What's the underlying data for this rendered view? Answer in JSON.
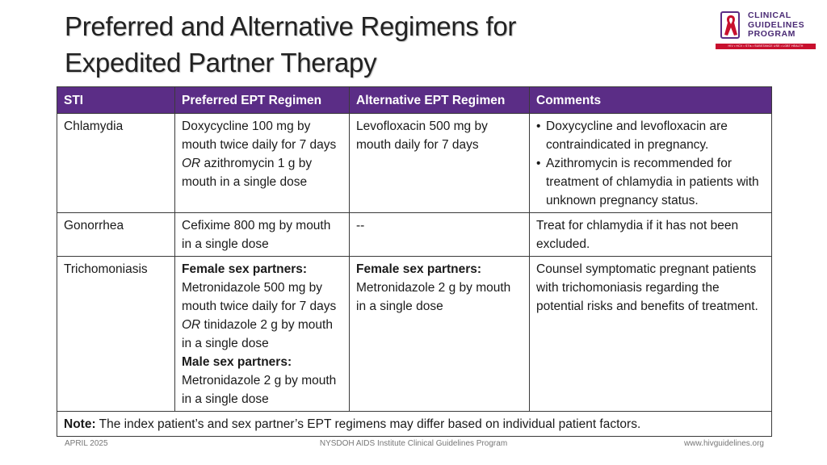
{
  "title": {
    "line1": "Preferred and Alternative Regimens for",
    "line2": "Expedited Partner Therapy"
  },
  "logo": {
    "line1": "CLINICAL",
    "line2": "GUIDELINES",
    "line3": "PROGRAM",
    "tagline": "HIV • HCV • STIs • SUBSTANCE USE • LGBT HEALTH",
    "icon": "red-ribbon-icon",
    "colors": {
      "purple": "#5b2d86",
      "red": "#c8102e"
    }
  },
  "table": {
    "header_color": "#5b2d86",
    "headers": [
      "STI",
      "Preferred EPT Regimen",
      "Alternative EPT Regimen",
      "Comments"
    ],
    "chlamydia": {
      "sti": "Chlamydia",
      "preferred_part1": "Doxycycline 100 mg by mouth twice daily for 7 days ",
      "preferred_or": "OR",
      "preferred_part2": " azithromycin 1 g by mouth in a single dose",
      "alternative": "Levofloxacin 500 mg by mouth daily for 7 days",
      "comments": [
        "Doxycycline and levofloxacin are contraindicated in pregnancy.",
        "Azithromycin is recommended for treatment of chlamydia in patients with unknown pregnancy status."
      ]
    },
    "gonorrhea": {
      "sti": "Gonorrhea",
      "preferred": "Cefixime 800 mg by mouth in a single dose",
      "alternative": "--",
      "comments": "Treat for chlamydia if it has not been excluded."
    },
    "trichomoniasis": {
      "sti": "Trichomoniasis",
      "preferred_female_label": "Female sex partners:",
      "preferred_female_part1": "Metronidazole 500 mg by mouth twice daily for 7 days ",
      "preferred_female_or": "OR",
      "preferred_female_part2": " tinidazole 2 g by mouth in a single dose",
      "preferred_male_label": "Male sex partners:",
      "preferred_male": "Metronidazole 2 g by mouth in a single dose",
      "alternative_label": "Female sex partners:",
      "alternative": "Metronidazole 2 g by mouth in a single dose",
      "comments": "Counsel symptomatic pregnant patients with trichomoniasis regarding the potential risks and benefits of treatment."
    },
    "note_label": "Note:",
    "note_text": " The index patient’s and sex partner’s EPT regimens may differ based on individual patient factors."
  },
  "footer": {
    "date": "APRIL 2025",
    "program": "NYSDOH AIDS Institute Clinical Guidelines Program",
    "url": "www.hivguidelines.org"
  }
}
